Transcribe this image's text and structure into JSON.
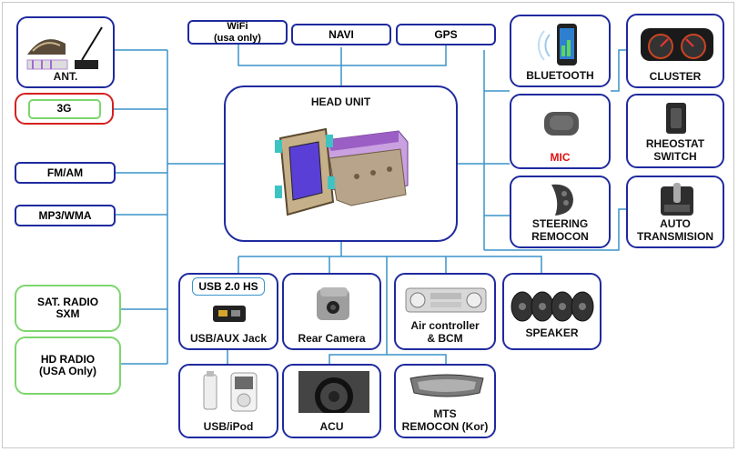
{
  "head_unit": {
    "label": "HEAD UNIT"
  },
  "top": {
    "wifi": "WiFi\n(usa only)",
    "navi": "NAVI",
    "gps": "GPS"
  },
  "left": {
    "ant": "ANT.",
    "three_g": "3G",
    "fm_am": "FM/AM",
    "mp3": "MP3/WMA",
    "sat_radio": "SAT. RADIO\nSXM",
    "hd_radio": "HD RADIO\n(USA Only)"
  },
  "right": {
    "bluetooth": "BLUETOOTH",
    "cluster": "CLUSTER",
    "mic": "MIC",
    "rheostat": "RHEOSTAT\nSWITCH",
    "steering": "STEERING\nREMOCON",
    "auto_trans": "AUTO\nTRANSMISION"
  },
  "bottom": {
    "usb_hs": "USB 2.0 HS",
    "usb_aux": "USB/AUX Jack",
    "rear_camera": "Rear Camera",
    "air_controller": "Air controller\n& BCM",
    "speaker": "SPEAKER",
    "usb_ipod": "USB/iPod",
    "acu": "ACU",
    "mts": "MTS\nREMOCON (Kor)"
  },
  "colors": {
    "box_border": "#1f2a9e",
    "wire": "#3b93c9",
    "green_border": "#7dd66e",
    "red_border": "#d62020",
    "mic_text": "#e01010"
  }
}
